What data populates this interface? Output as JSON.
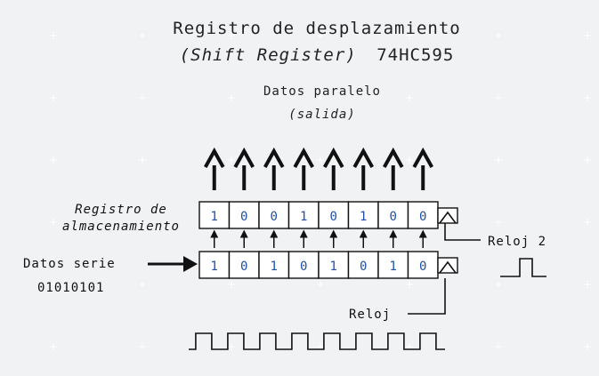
{
  "title_line1": "Registro de desplazamiento",
  "title_line2_italic": "(Shift Register)",
  "title_line2_model": "74HC595",
  "output_label": "Datos paralelo",
  "output_sublabel": "(salida)",
  "storage_label_line1": "Registro de",
  "storage_label_line2": "almacenamiento",
  "serial_label": "Datos serie",
  "serial_value": "01010101",
  "storage_bits": [
    "1",
    "0",
    "0",
    "1",
    "0",
    "1",
    "0",
    "0"
  ],
  "shift_bits": [
    "1",
    "0",
    "1",
    "0",
    "1",
    "0",
    "1",
    "0"
  ],
  "clock2_label": "Reloj 2",
  "clock_label": "Reloj",
  "clock_pulses": 8,
  "colors": {
    "bits": "#1f4fa8",
    "background": "#f1f2f4",
    "lines": "#111111"
  }
}
